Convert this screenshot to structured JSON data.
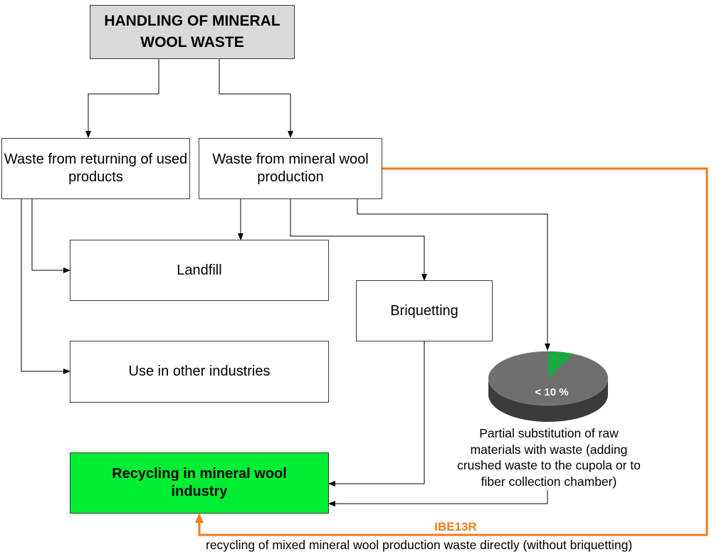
{
  "title": "HANDLING OF MINERAL WOOL WASTE",
  "boxes": {
    "returning": "Waste from returning of used products",
    "production": "Waste from mineral wool production",
    "landfill": "Landfill",
    "briquetting": "Briquetting",
    "other_industries": "Use in other industries",
    "recycling": "Recycling in mineral wool industry"
  },
  "pie": {
    "label": "< 10 %",
    "share": 0.07,
    "caption": "Partial substitution of raw materials with waste (adding crushed waste to the cupola or to fiber collection chamber)",
    "colors": {
      "main": "#6f6f6f",
      "side": "#3b3b3b",
      "slice": "#1aa843"
    }
  },
  "direct_route": {
    "code": "IBE13R",
    "caption": "recycling of mixed mineral wool production waste directly (without briquetting)",
    "color": "#ee7d20"
  },
  "colors": {
    "recycling_box": "#00ee33",
    "title_box": "#d9d9d9",
    "line": "#000000"
  }
}
